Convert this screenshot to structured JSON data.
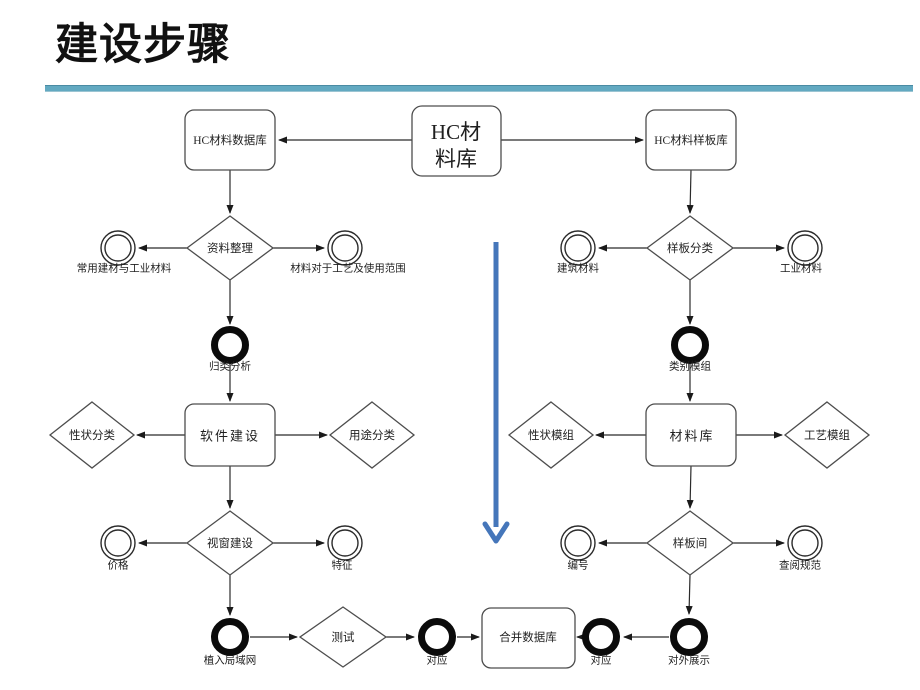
{
  "slide": {
    "title": "建设步骤"
  },
  "colors": {
    "divider_blue": "#62a9c1",
    "center_arrow_blue": "#4576ba",
    "shape_stroke": "#4d4d4d",
    "connector_stroke": "#2b2b2b",
    "text_color": "#1f1f1f"
  },
  "flowchart": {
    "hub": {
      "line1": "HC材",
      "line2": "料库"
    },
    "merge_box": "合并数据库",
    "left": {
      "db_box": "HC材料数据库",
      "sort_diamond": "资料整理",
      "sort_left_end": "常用建材与工业材料",
      "sort_right_end": "材料对于工艺及使用范围",
      "analysis_node": "归类分析",
      "software_box": "软件建设",
      "trait_diamond": "性状分类",
      "usage_diamond": "用途分类",
      "window_diamond": "视窗建设",
      "price_end": "价格",
      "feature_end": "特征",
      "lan_node": "植入局域网",
      "test_diamond": "测试",
      "match_node": "对应"
    },
    "right": {
      "db_box": "HC材料样板库",
      "sort_diamond": "样板分类",
      "sort_left_end": "建筑材料",
      "sort_right_end": "工业材料",
      "category_node": "类别模组",
      "material_box": "材料库",
      "trait_diamond": "性状模组",
      "craft_diamond": "工艺模组",
      "showroom_diamond": "样板间",
      "number_end": "编号",
      "spec_end": "查阅规范",
      "display_node": "对外展示",
      "match_node": "对应"
    }
  }
}
